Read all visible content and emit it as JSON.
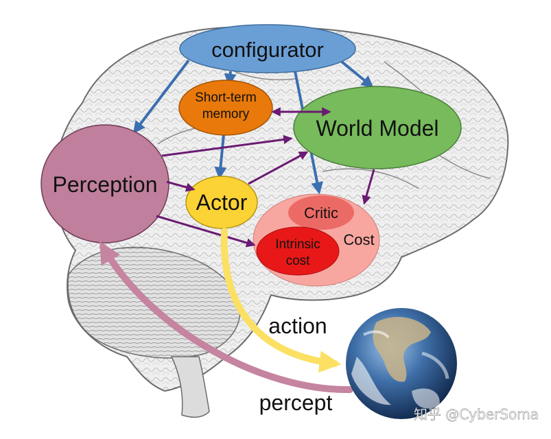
{
  "nodes": {
    "configurator": "configurator",
    "short_term_memory_line1": "Short-term",
    "short_term_memory_line2": "memory",
    "world_model": "World Model",
    "perception": "Perception",
    "actor": "Actor",
    "critic": "Critic",
    "cost": "Cost",
    "intrinsic_cost_line1": "Intrinsic",
    "intrinsic_cost_line2": "cost"
  },
  "flows": {
    "action": "action",
    "percept": "percept"
  },
  "watermark": "知乎 @CyberSoma",
  "colors": {
    "configurator": "#6a9fd6",
    "short_term_memory": "#e8790a",
    "world_model": "#77bb5c",
    "perception": "#c07f9c",
    "actor": "#fbd335",
    "cost": "#f7a7a0",
    "critic": "#ec6a66",
    "intrinsic_cost": "#e81818",
    "blue_arrow": "#3b6fb0",
    "purple_arrow": "#6a1a72",
    "action_arrow": "#fbe064",
    "percept_arrow": "#c5849f"
  },
  "icons": [
    "brain-illustration",
    "earth-globe"
  ]
}
